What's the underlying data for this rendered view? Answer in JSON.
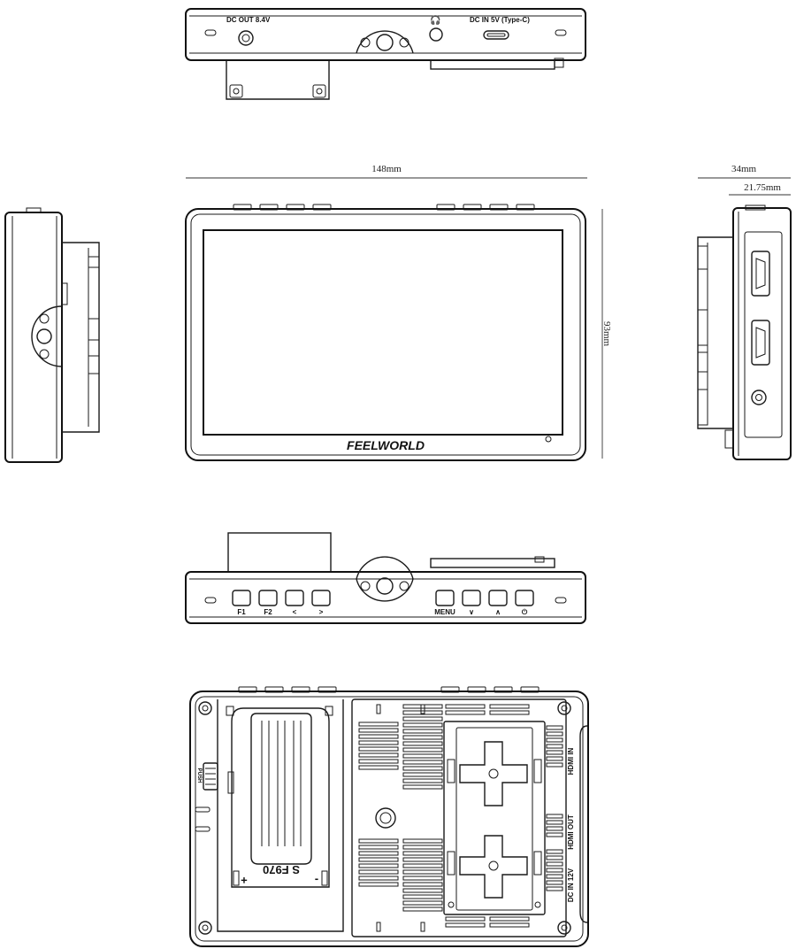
{
  "top_view": {
    "dc_out_label": "DC OUT 8.4V",
    "dc_in_label": "DC IN 5V (Type-C)"
  },
  "dimensions": {
    "width": "148mm",
    "height": "93mm",
    "depth_total": "34mm",
    "depth_body": "21.75mm"
  },
  "front_view": {
    "logo": "FEELWORLD"
  },
  "bottom_view": {
    "buttons": [
      "F1",
      "F2",
      "<",
      ">",
      "MENU",
      "∨",
      "∧",
      "⏻"
    ]
  },
  "back_view": {
    "battery_label": "S F970",
    "battery_plus": "+",
    "battery_minus": "-",
    "push_label": "PUSH",
    "port_labels": [
      "HDMI IN",
      "HDMI OUT",
      "DC IN 12V"
    ]
  }
}
